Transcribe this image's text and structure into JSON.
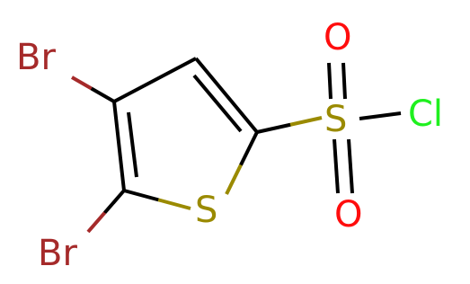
{
  "atoms": {
    "br1": {
      "label": "Br",
      "color": "#a52a2a"
    },
    "br2": {
      "label": "Br",
      "color": "#a52a2a"
    },
    "s_ring": {
      "label": "S",
      "color": "#9a8a00"
    },
    "s_sulfonyl": {
      "label": "S",
      "color": "#9a8a00"
    },
    "o_top": {
      "label": "O",
      "color": "#ff0d0d"
    },
    "o_bottom": {
      "label": "O",
      "color": "#ff0d0d"
    },
    "cl": {
      "label": "Cl",
      "color": "#1ff01f"
    }
  },
  "bond_color": "#000000"
}
